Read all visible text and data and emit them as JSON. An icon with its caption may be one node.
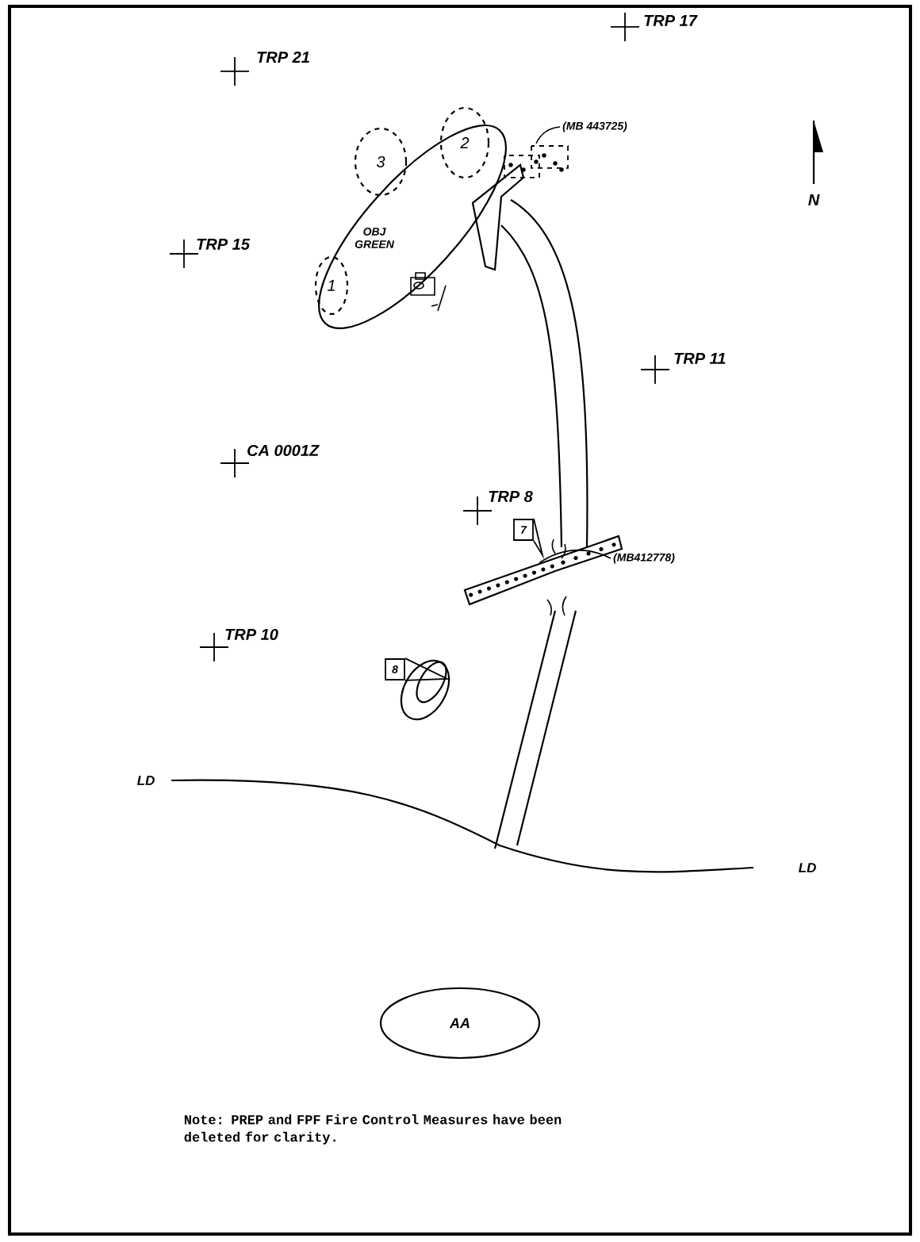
{
  "diagram": {
    "nodes": [
      {
        "text": [
          "OBJ GREEN"
        ]
      },
      {
        "text": [
          "3"
        ]
      },
      {
        "text": [
          "2"
        ]
      },
      {
        "text": [
          "1"
        ]
      },
      {
        "text": [
          "(MB 443725)"
        ]
      },
      {
        "text": [
          "7"
        ]
      },
      {
        "text": [
          "(MB412778)"
        ]
      },
      {
        "text": [
          "8"
        ]
      },
      {
        "text": [
          "AA"
        ]
      },
      {
        "text": [],
        "shape": "box"
      },
      {
        "text": [],
        "shape": "bar"
      }
    ],
    "edges": [
      {
        "from": 4,
        "to": 9,
        "arrow": "none"
      },
      {
        "from": 6,
        "to": 10,
        "arrow": "none"
      }
    ],
    "labels": [
      "TRP 21",
      "TRP 17",
      "N",
      "TRP 15",
      "TRP 11",
      "CA 0001Z",
      "TRP 8",
      "TRP 10",
      "LD",
      "LD",
      "Note:  PREP and FPF Fire Control Measures have been deleted for clarity."
    ]
  }
}
